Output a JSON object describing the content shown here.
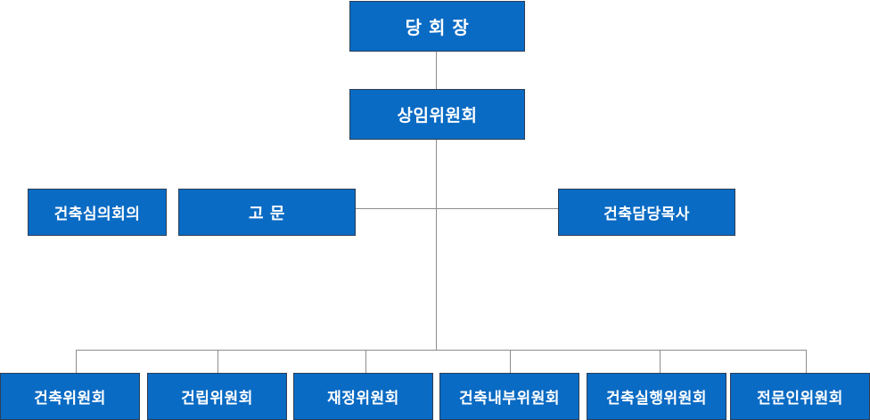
{
  "nodes": {
    "chairman": "당 회 장",
    "standing_committee": "상임위원회",
    "advisory_council": "건축심의회의",
    "advisor": "고 문",
    "building_pastor": "건축담당목사",
    "committees": [
      "건축위원회",
      "건립위원회",
      "재정위원회",
      "건축내부위원회",
      "건축실행위원회",
      "전문인위원회"
    ]
  },
  "colors": {
    "box_fill": "#0a6bc4",
    "box_border": "#2d3e55",
    "box_text": "#ffffff",
    "connector": "#8c8c8c"
  }
}
